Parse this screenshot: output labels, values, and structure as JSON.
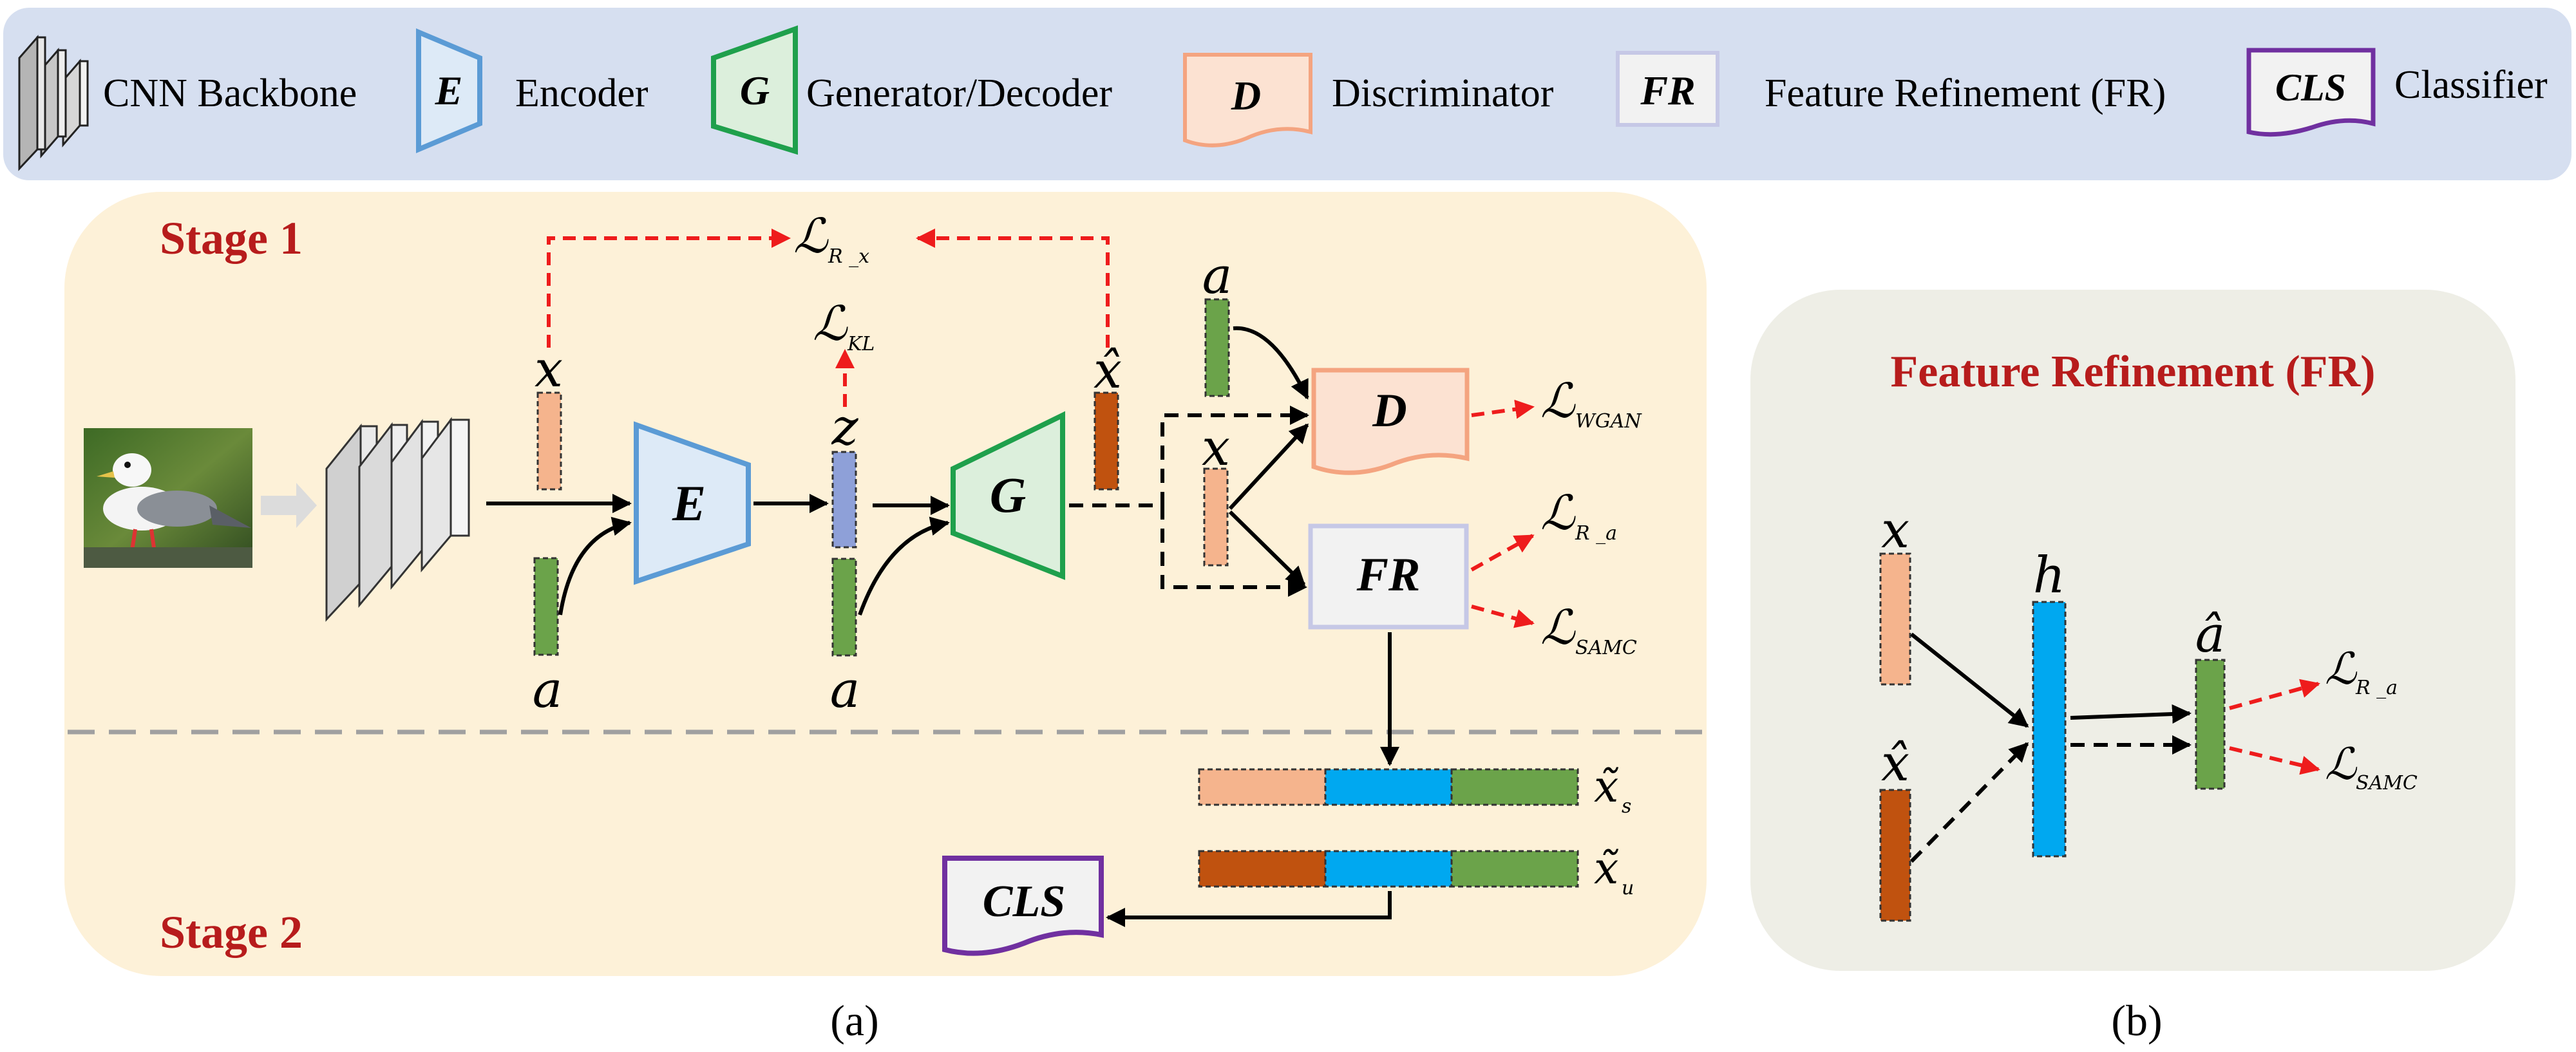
{
  "legend": {
    "items": [
      {
        "glyph": "",
        "label": "CNN Backbone"
      },
      {
        "glyph": "E",
        "label": "Encoder"
      },
      {
        "glyph": "G",
        "label": "Generator/Decoder"
      },
      {
        "glyph": "D",
        "label": "Discriminator"
      },
      {
        "glyph": "FR",
        "label": "Feature Refinement (FR)"
      },
      {
        "glyph": "CLS",
        "label": "Classifier"
      }
    ]
  },
  "panel_a": {
    "stage1": "Stage 1",
    "stage2": "Stage 2",
    "caption": "(a)",
    "vars": {
      "x": "x",
      "a": "a",
      "z": "z",
      "xhat": "x̂",
      "xs": "x̃",
      "xs_sub": "s",
      "xu": "x̃",
      "xu_sub": "u"
    },
    "modules": {
      "E": "E",
      "G": "G",
      "D": "D",
      "FR": "FR",
      "CLS": "CLS"
    },
    "losses": {
      "L": "ℒ",
      "rx": "R _x",
      "kl": "KL",
      "wgan": "WGAN",
      "ra": "R _a",
      "samc": "SAMC"
    }
  },
  "panel_b": {
    "title": "Feature Refinement (FR)",
    "caption": "(b)",
    "vars": {
      "x": "x",
      "xhat": "x̂",
      "h": "h",
      "ahat": "â"
    },
    "losses": {
      "L": "ℒ",
      "ra": "R _a",
      "samc": "SAMC"
    }
  },
  "colors": {
    "legend_bg": "#d6dff0",
    "stage_bg": "#fdf1d8",
    "fr_bg": "#eeeee6",
    "stage_title": "#b71c1c",
    "loss_arrow": "#ee1c1c",
    "orange": "#f5b48d",
    "dark_orange": "#c0520f",
    "green": "#6ba34a",
    "blue": "#00a8f0",
    "purple_bar": "#8ea0d8",
    "encoder": "#5b9bd5",
    "generator": "#1fa04c",
    "discriminator": "#f4a480",
    "fr_border": "#c6c8e6",
    "cls_border": "#7030a0"
  }
}
